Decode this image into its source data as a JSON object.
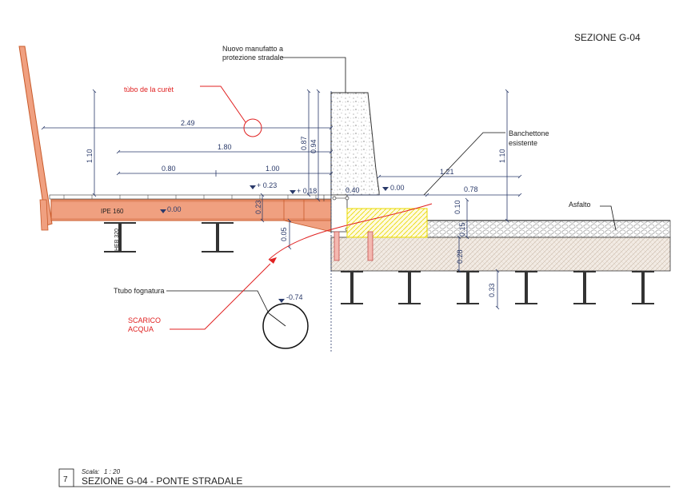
{
  "title": "SEZIONE G-04",
  "footer": {
    "sheet_number": "7",
    "scale_label": "Scala:",
    "scale_value": "1 : 20",
    "caption": "SEZIONE G-04 - PONTE STRADALE"
  },
  "labels": {
    "nuovo_manufatto": [
      "Nuovo manufatto a",
      "protezione stradale"
    ],
    "tubo_curet": "tùbo de la curèt",
    "banchettone": [
      "Banchettone",
      "esistente"
    ],
    "asfalto": "Asfalto",
    "ipe": "IPE 160",
    "heb": "HEB 320",
    "tubo_fognatura": "Ttubo fognatura",
    "scarico": [
      "SCARICO",
      "ACQUA"
    ]
  },
  "dimensions": {
    "d_249": "2.49",
    "d_180": "1.80",
    "d_080": "0.80",
    "d_100": "1.00",
    "d_110_left": "1.10",
    "d_087": "0.87",
    "d_094": "0.94",
    "d_023": "0.23",
    "d_005": "0.05",
    "d_121": "1.21",
    "d_078": "0.78",
    "d_040": "0.40",
    "d_010": "0.10",
    "d_015": "0.15",
    "d_028": "0.28",
    "d_033": "0.33",
    "d_110_right": "1.10"
  },
  "levels": {
    "lv_023": "+ 0.23",
    "lv_018": "+ 0.18",
    "lv_000_a": "0.00",
    "lv_000_b": "0.00",
    "lv_074": "-0.74"
  },
  "colors": {
    "steel": "#f0a080",
    "steel_stroke": "#c85a2a",
    "dimension": "#2a3a6a",
    "annotation_red": "#e02020",
    "hatch_yellow": "#e8d800"
  }
}
